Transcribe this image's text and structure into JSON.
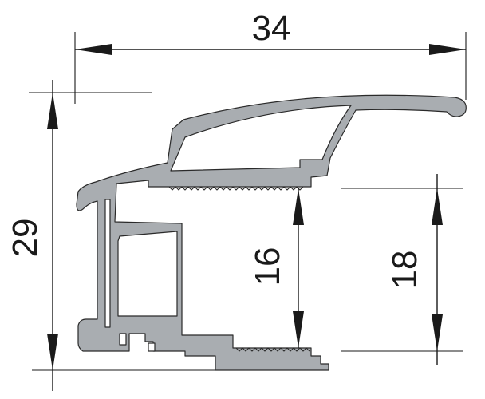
{
  "drawing": {
    "dimensions": {
      "overall_width": "34",
      "overall_height": "29",
      "inner_height_left": "16",
      "inner_height_right": "18"
    },
    "colors": {
      "profile_fill": "#a9adb1",
      "line": "#1a1a1a"
    }
  }
}
